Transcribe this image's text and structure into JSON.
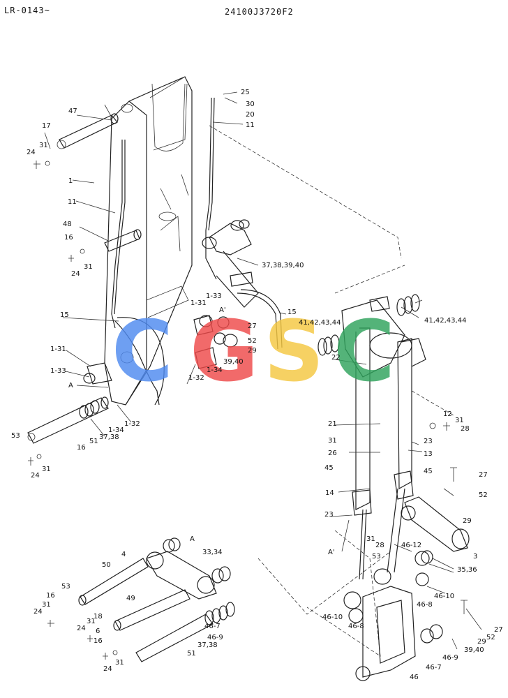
{
  "header": {
    "model_code": "LR-0143~",
    "part_number": "24100J3720F2"
  },
  "logo": {
    "letters": [
      "C",
      "G",
      "S",
      "C"
    ],
    "colors": [
      "#4f8af0",
      "#ee4a4a",
      "#f5c842",
      "#2fa35c"
    ]
  },
  "callouts": [
    {
      "text": "25"
    },
    {
      "text": "30"
    },
    {
      "text": "20"
    },
    {
      "text": "11"
    },
    {
      "text": "47"
    },
    {
      "text": "17"
    },
    {
      "text": "31"
    },
    {
      "text": "24"
    },
    {
      "text": "1"
    },
    {
      "text": "11"
    },
    {
      "text": "48"
    },
    {
      "text": "16"
    },
    {
      "text": "31"
    },
    {
      "text": "24"
    },
    {
      "text": "37,38,39,40"
    },
    {
      "text": "15"
    },
    {
      "text": "1-33"
    },
    {
      "text": "1-31"
    },
    {
      "text": "A'"
    },
    {
      "text": "15"
    },
    {
      "text": "41,42,43,44"
    },
    {
      "text": "41,42,43,44"
    },
    {
      "text": "27"
    },
    {
      "text": "52"
    },
    {
      "text": "29"
    },
    {
      "text": "39,40"
    },
    {
      "text": "1-34"
    },
    {
      "text": "1-32"
    },
    {
      "text": "22"
    },
    {
      "text": "1-31"
    },
    {
      "text": "1-33"
    },
    {
      "text": "A"
    },
    {
      "text": "1-32"
    },
    {
      "text": "1-34"
    },
    {
      "text": "37,38"
    },
    {
      "text": "51"
    },
    {
      "text": "53"
    },
    {
      "text": "16"
    },
    {
      "text": "24"
    },
    {
      "text": "31"
    },
    {
      "text": "12"
    },
    {
      "text": "31"
    },
    {
      "text": "28"
    },
    {
      "text": "21"
    },
    {
      "text": "31"
    },
    {
      "text": "26"
    },
    {
      "text": "45"
    },
    {
      "text": "23"
    },
    {
      "text": "13"
    },
    {
      "text": "45"
    },
    {
      "text": "14"
    },
    {
      "text": "27"
    },
    {
      "text": "52"
    },
    {
      "text": "23"
    },
    {
      "text": "29"
    },
    {
      "text": "31"
    },
    {
      "text": "28"
    },
    {
      "text": "A"
    },
    {
      "text": "46-12"
    },
    {
      "text": "A'"
    },
    {
      "text": "53"
    },
    {
      "text": "3"
    },
    {
      "text": "4"
    },
    {
      "text": "33,34"
    },
    {
      "text": "50"
    },
    {
      "text": "35,36"
    },
    {
      "text": "53"
    },
    {
      "text": "16"
    },
    {
      "text": "31"
    },
    {
      "text": "24"
    },
    {
      "text": "49"
    },
    {
      "text": "46-10"
    },
    {
      "text": "46-8"
    },
    {
      "text": "46-10"
    },
    {
      "text": "46-8"
    },
    {
      "text": "31"
    },
    {
      "text": "18"
    },
    {
      "text": "6"
    },
    {
      "text": "24"
    },
    {
      "text": "16"
    },
    {
      "text": "46-7"
    },
    {
      "text": "46-9"
    },
    {
      "text": "37,38"
    },
    {
      "text": "51"
    },
    {
      "text": "24"
    },
    {
      "text": "31"
    },
    {
      "text": "27"
    },
    {
      "text": "52"
    },
    {
      "text": "29"
    },
    {
      "text": "39,40"
    },
    {
      "text": "46-9"
    },
    {
      "text": "46-7"
    },
    {
      "text": "46"
    }
  ]
}
